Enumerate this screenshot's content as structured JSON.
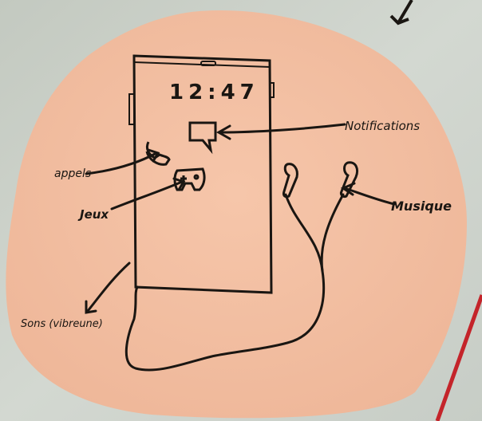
{
  "colors": {
    "wall": "#c9cfc7",
    "paper": "#f3c0a4",
    "ink": "#1a1612",
    "red_line": "#c4242a"
  },
  "sketch": {
    "phone_screen": {
      "time": "12:47"
    },
    "labels": {
      "notifications": "Notifications",
      "appels": "appels",
      "jeux": "Jeux",
      "musique": "Musique",
      "sons": "Sons (vibreune)"
    },
    "icons": [
      "phone-handset-icon",
      "gamepad-icon",
      "notification-bubble-icon",
      "earphones-icon"
    ]
  }
}
